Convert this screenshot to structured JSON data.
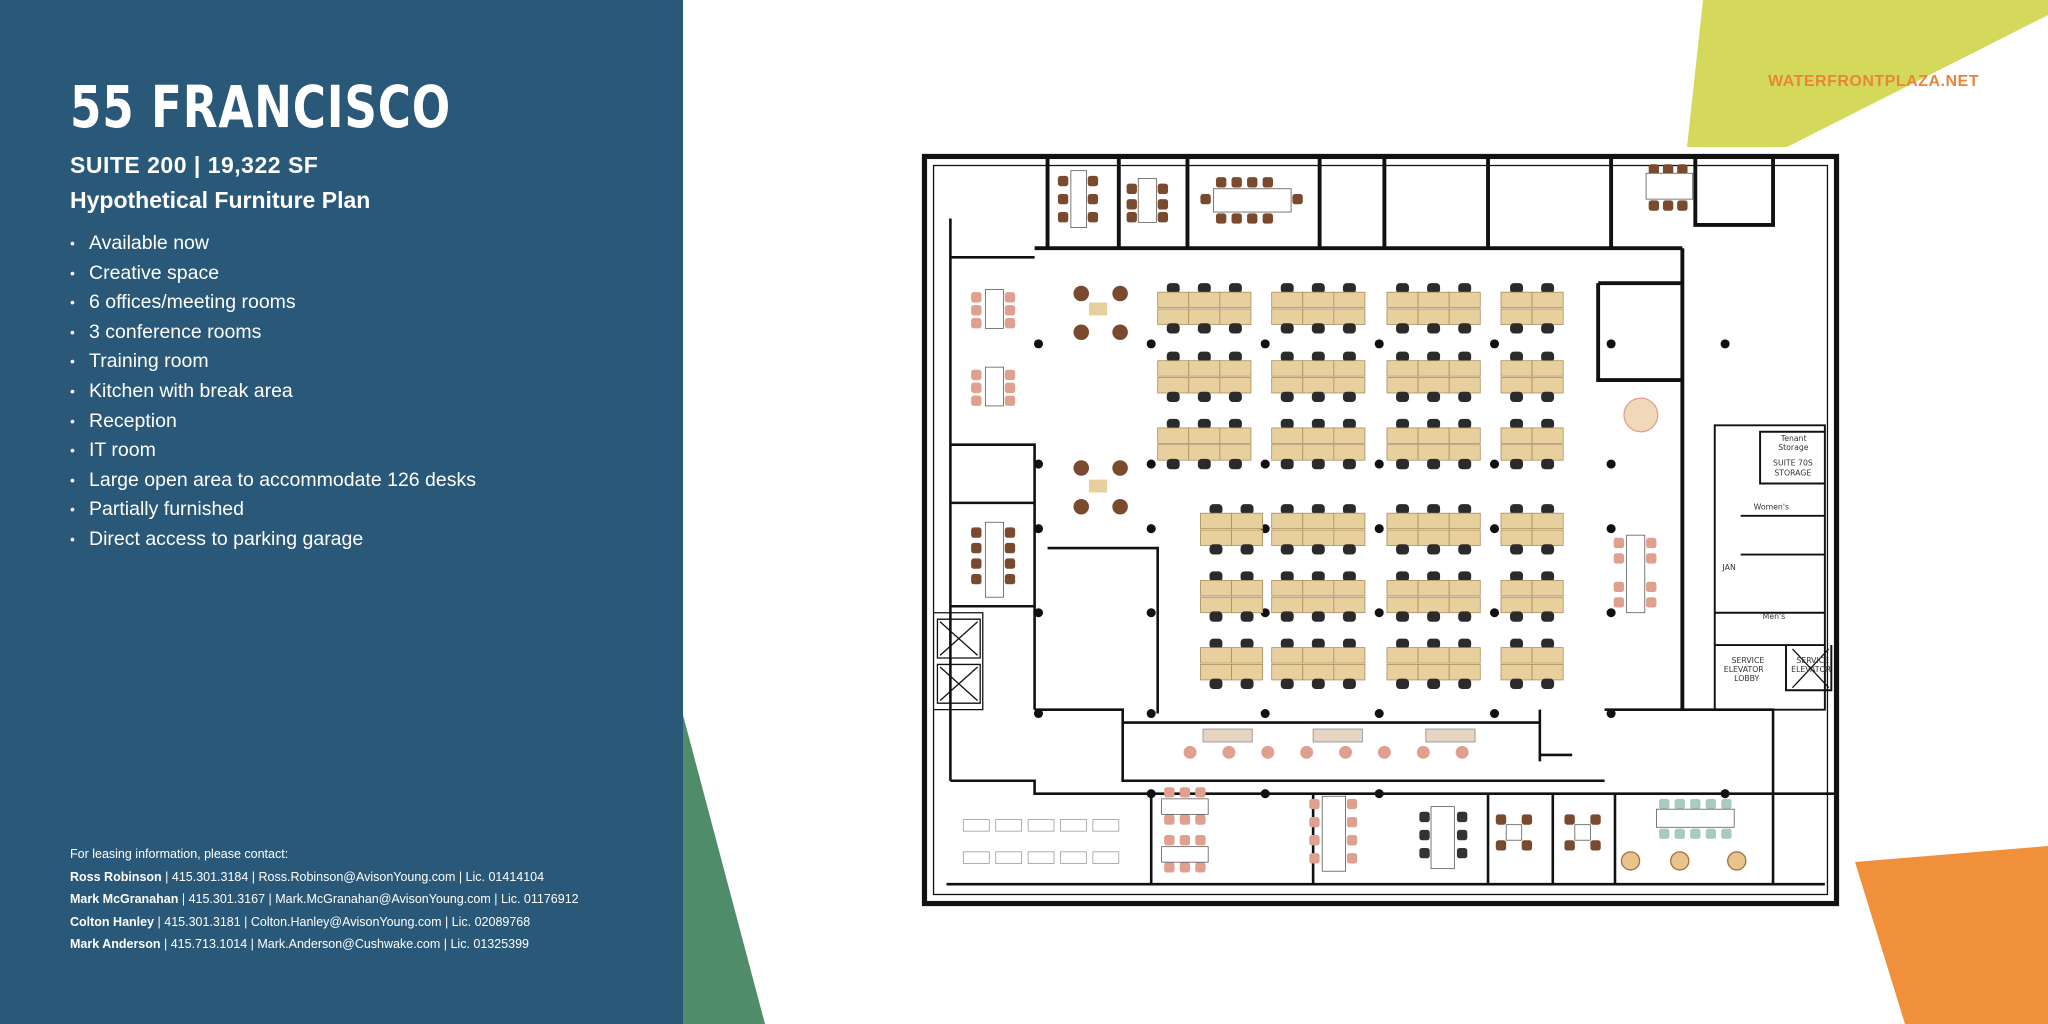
{
  "property": {
    "title": "55 FRANCISCO",
    "subtitle": "SUITE 200 | 19,322 SF",
    "plan_name": "Hypothetical Furniture Plan"
  },
  "features": [
    "Available now",
    "Creative space",
    "6 offices/meeting rooms",
    "3 conference rooms",
    "Training room",
    "Kitchen with break area",
    "Reception",
    "IT room",
    "Large open area to accommodate 126 desks",
    "Partially furnished",
    "Direct access to parking garage"
  ],
  "bullet": "•",
  "contact": {
    "intro": "For leasing information, please contact:",
    "people": [
      {
        "name": "Ross Robinson",
        "details": " | 415.301.3184 | Ross.Robinson@AvisonYoung.com | Lic. 01414104"
      },
      {
        "name": "Mark McGranahan",
        "details": " | 415.301.3167 | Mark.McGranahan@AvisonYoung.com | Lic. 01176912"
      },
      {
        "name": "Colton Hanley",
        "details": " | 415.301.3181 | Colton.Hanley@AvisonYoung.com | Lic. 02089768"
      },
      {
        "name": "Mark Anderson",
        "details": " | 415.713.1014 | Mark.Anderson@Cushwake.com | Lic. 01325399"
      }
    ]
  },
  "website": "WATERFRONTPLAZA.NET",
  "floorplan": {
    "labels": {
      "tenant_storage_1": "Tenant",
      "tenant_storage_2": "Storage",
      "suite_storage_1": "SUITE 70S",
      "suite_storage_2": "STORAGE",
      "womens": "Women's",
      "jan": "JAN",
      "mens": "Men's",
      "lobby_1": "SERVICE",
      "lobby_2": "ELEVATOR",
      "lobby_3": "LOBBY",
      "elev_1": "SERVICE",
      "elev_2": "ELEVATOR"
    }
  },
  "colors": {
    "panel": "#2a5878",
    "lime": "#d4d95c",
    "green": "#4e8c6a",
    "orange": "#f0903a",
    "accent_text": "#e8853a",
    "desk": "#e8cf9e",
    "chair_task": "#2b2b2b",
    "chair_lounge": "#7a4a2e",
    "chair_pink": "#e0a090"
  }
}
